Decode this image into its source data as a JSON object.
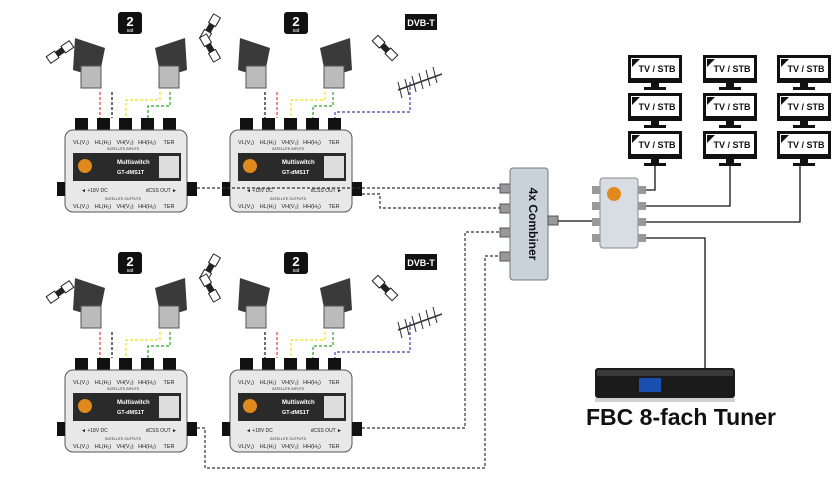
{
  "badges": {
    "sat": "2",
    "sat_sub": "sat",
    "dvbt": "DVB-T"
  },
  "multiswitch": {
    "ports": [
      "VL(V₁)",
      "HL(H₁)",
      "VH(V₂)",
      "HH(H₂)",
      "TER"
    ],
    "inputs_label": "SATELLITE INPUTS",
    "outputs_label": "SATELLITE OUTPUTS",
    "brand": "Multiswitch",
    "model": "GT-dMS1T",
    "dc_label": "◄ +18V DC",
    "dcss_label": "dCSS OUT ►"
  },
  "combiner": {
    "label": "4x Combiner"
  },
  "tv_label": "TV / STB",
  "tuner_label": "FBC 8-fach Tuner",
  "colors": {
    "red": "#e23b3b",
    "yellow": "#f0e020",
    "green": "#2aa52a",
    "purple": "#4a3fae",
    "dash": "#333333"
  }
}
